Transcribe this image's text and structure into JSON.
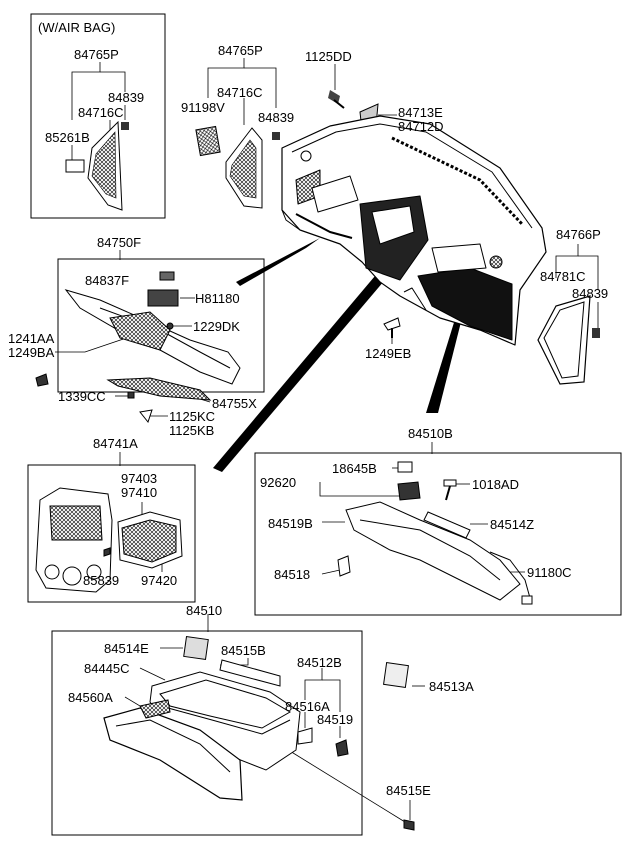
{
  "diagram": {
    "callouts": {
      "air_bag_note": "(W/AIR BAG)",
      "p84765P_a": "84765P",
      "p84839_a": "84839",
      "p84716C_a": "84716C",
      "p85261B": "85261B",
      "p84765P_b": "84765P",
      "p84716C_b": "84716C",
      "p91198V": "91198V",
      "p84839_b": "84839",
      "p1125DD": "1125DD",
      "p84713E": "84713E",
      "p84712D": "84712D",
      "p84750F": "84750F",
      "p84837F": "84837F",
      "pH81180": "H81180",
      "p1229DK": "1229DK",
      "p1241AA": "1241AA",
      "p1249BA": "1249BA",
      "p1339CC": "1339CC",
      "p84755X": "84755X",
      "p1125KC": "1125KC",
      "p1125KB": "1125KB",
      "p84766P": "84766P",
      "p84781C": "84781C",
      "p84839_c": "84839",
      "p1249EB": "1249EB",
      "p84741A": "84741A",
      "p97403": "97403",
      "p97410": "97410",
      "p85839": "85839",
      "p97420": "97420",
      "p84510B": "84510B",
      "p92620": "92620",
      "p18645B": "18645B",
      "p1018AD": "1018AD",
      "p84519B": "84519B",
      "p84514Z": "84514Z",
      "p84518": "84518",
      "p91180C": "91180C",
      "p84510": "84510",
      "p84514E": "84514E",
      "p84445C": "84445C",
      "p84515B": "84515B",
      "p84512B": "84512B",
      "p84560A": "84560A",
      "p84516A": "84516A",
      "p84519": "84519",
      "p84513A": "84513A",
      "p84515E": "84515E"
    }
  }
}
